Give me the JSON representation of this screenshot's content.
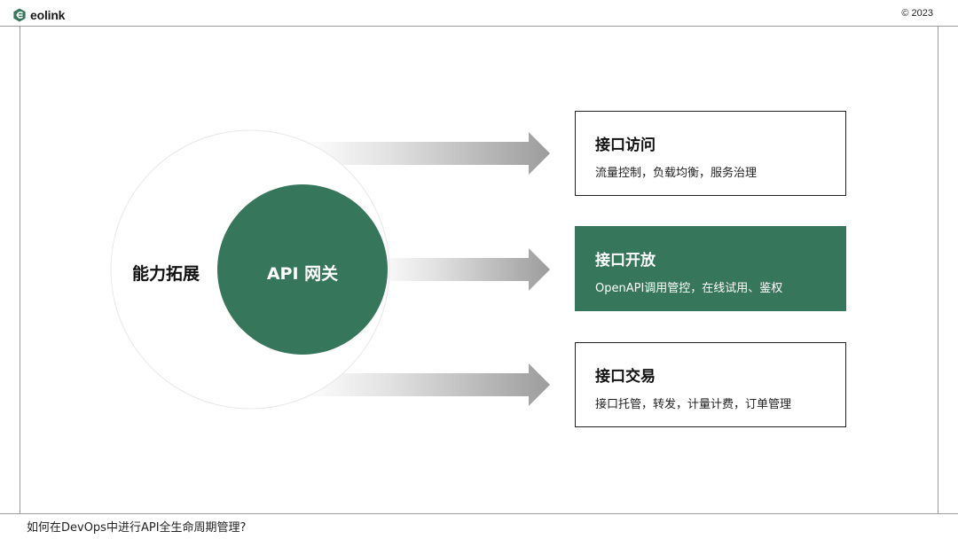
{
  "header": {
    "logo_text": "eolink",
    "copyright": "© 2023"
  },
  "footer": {
    "text": "如何在DevOps中进行API全生命周期管理?"
  },
  "diagram": {
    "outer_label": "能力拓展",
    "core_label": "API 网关",
    "items": [
      {
        "title": "接口访问",
        "description": "流量控制，负载均衡，服务治理",
        "highlighted": false
      },
      {
        "title": "接口开放",
        "description": "OpenAPI调用管控，在线试用、鉴权",
        "highlighted": true
      },
      {
        "title": "接口交易",
        "description": "接口托管，转发，计量计费，订单管理",
        "highlighted": false
      }
    ]
  },
  "colors": {
    "accent": "#36765a",
    "border": "#222222",
    "frame": "#9a9a9a"
  }
}
